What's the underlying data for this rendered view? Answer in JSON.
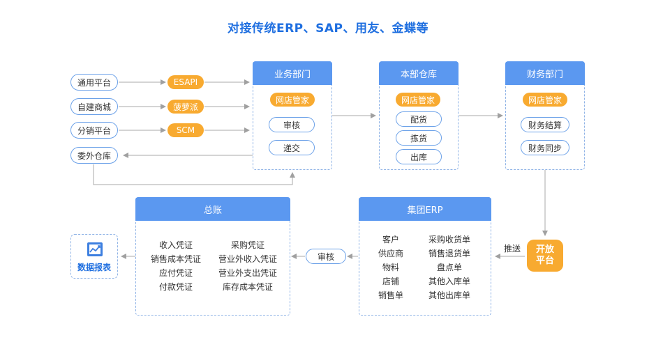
{
  "title": "对接传统ERP、SAP、用友、金蝶等",
  "sources": [
    "通用平台",
    "自建商城",
    "分销平台",
    "委外仓库"
  ],
  "connectors": [
    "ESAPI",
    "菠萝派",
    "SCM"
  ],
  "business": {
    "header": "业务部门",
    "badge": "网店管家",
    "items": [
      "审核",
      "递交"
    ]
  },
  "warehouse": {
    "header": "本部仓库",
    "badge": "网店管家",
    "items": [
      "配货",
      "拣货",
      "出库"
    ]
  },
  "finance": {
    "header": "财务部门",
    "badge": "网店管家",
    "items": [
      "财务结算",
      "财务同步"
    ]
  },
  "open_platform": {
    "line1": "开放",
    "line2": "平台",
    "push_label": "推送"
  },
  "group_erp": {
    "header": "集团ERP",
    "left": [
      "客户",
      "供应商",
      "物料",
      "店铺",
      "销售单"
    ],
    "right": [
      "采购收货单",
      "销售退货单",
      "盘点单",
      "其他入库单",
      "其他出库单"
    ]
  },
  "review": "审核",
  "ledger": {
    "header": "总账",
    "left": [
      "收入凭证",
      "销售成本凭证",
      "应付凭证",
      "付款凭证"
    ],
    "right": [
      "采购凭证",
      "营业外收入凭证",
      "营业外支出凭证",
      "库存成本凭证"
    ]
  },
  "report": {
    "label": "数据报表",
    "icon": "chart-report-icon"
  },
  "colors": {
    "accent": "#1f6fe0",
    "header_blue": "#5b98f0",
    "orange": "#f8aa30",
    "line": "#a0a0a0"
  }
}
